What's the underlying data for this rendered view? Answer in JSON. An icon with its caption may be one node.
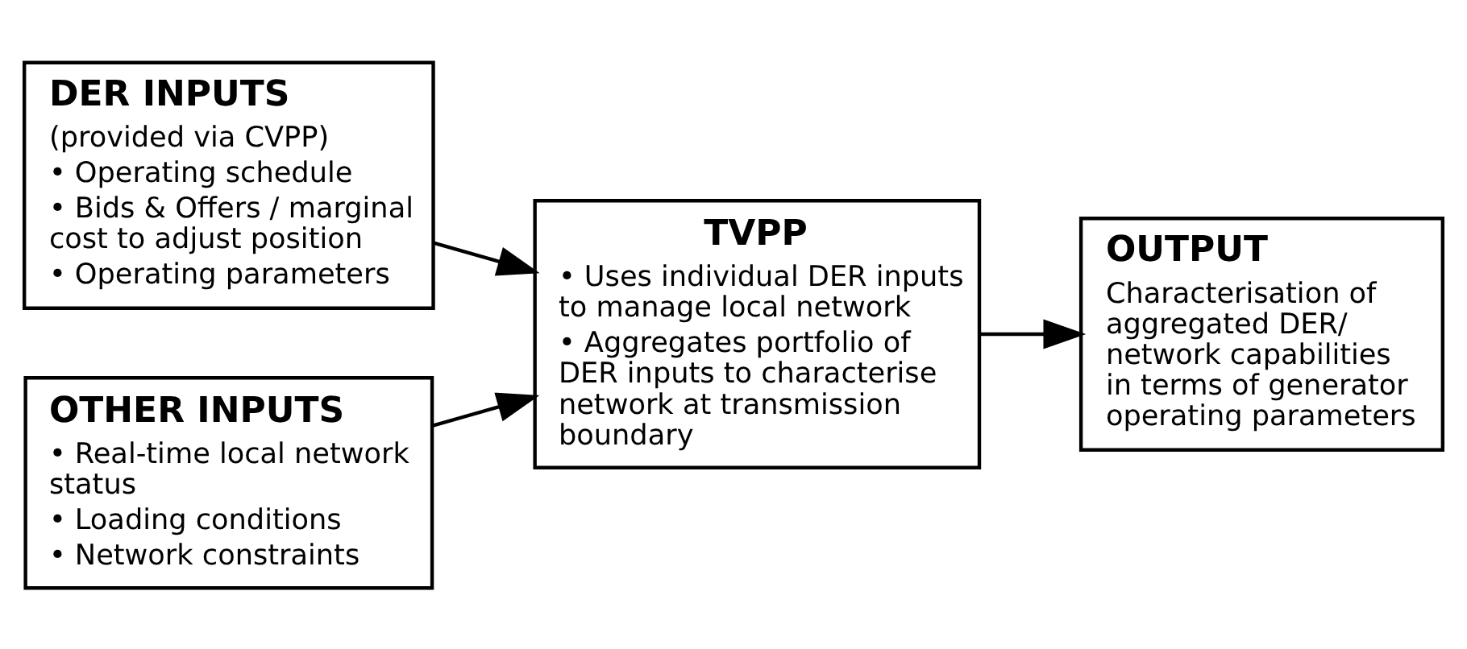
{
  "diagram": {
    "nodes": [
      {
        "text": [
          "DER INPUTS",
          "(provided via CVPP)",
          "• Operating schedule",
          "• Bids & Offers / marginal cost to adjust position",
          "• Operating parameters"
        ]
      },
      {
        "text": [
          "OTHER INPUTS",
          "• Real-time local network status",
          "• Loading conditions",
          "• Network constraints"
        ]
      },
      {
        "text": [
          "TVPP",
          "• Uses individual DER inputs to manage local network",
          "• Aggregates portfolio of DER inputs to characterise network at transmission boundary"
        ]
      },
      {
        "text": [
          "OUTPUT",
          "Characterisation of aggregated DER/ network capabilities in terms of generator operating parameters"
        ]
      }
    ],
    "edges": [
      {
        "from": 0,
        "to": 2,
        "arrow": "to"
      },
      {
        "from": 1,
        "to": 2,
        "arrow": "to"
      },
      {
        "from": 2,
        "to": 3,
        "arrow": "to"
      }
    ]
  }
}
